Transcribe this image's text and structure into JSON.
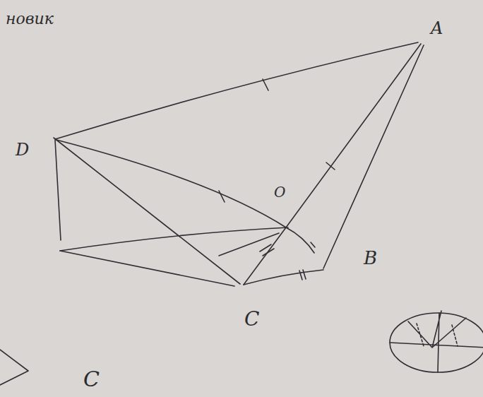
{
  "diagram": {
    "labels": [
      "новик",
      "A",
      "D",
      "O",
      "B",
      "C",
      "C"
    ]
  }
}
